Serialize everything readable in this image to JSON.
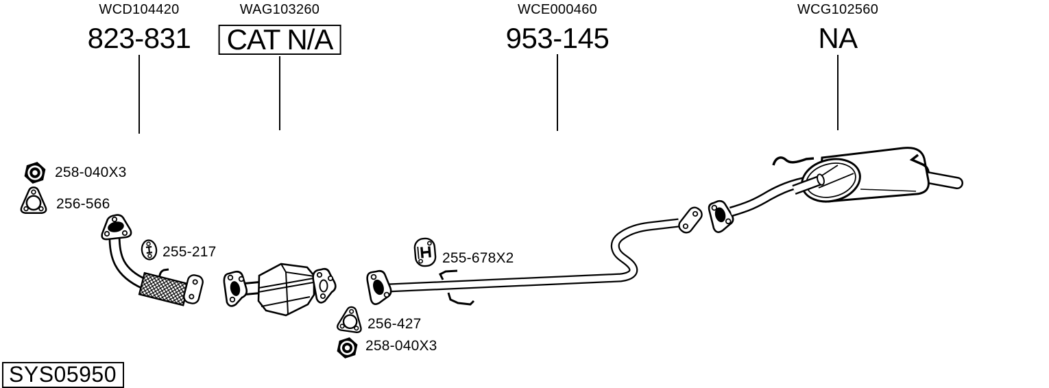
{
  "page": {
    "background": "#ffffff",
    "line_color": "#000000"
  },
  "columns": [
    {
      "ref": "WCD104420",
      "part": "823-831"
    },
    {
      "ref": "WAG103260",
      "part": "CAT N/A"
    },
    {
      "ref": "WCE000460",
      "part": "953-145"
    },
    {
      "ref": "WCG102560",
      "part": "NA"
    }
  ],
  "callouts": [
    {
      "icon": "hex-nut",
      "part": "258-040X3"
    },
    {
      "icon": "flange-gasket",
      "part": "256-566"
    },
    {
      "icon": "rubber-hanger-oval",
      "part": "255-217"
    },
    {
      "icon": "rubber-hanger-block",
      "part": "255-678X2"
    },
    {
      "icon": "flange-gasket",
      "part": "256-427"
    },
    {
      "icon": "hex-nut",
      "part": "258-040X3"
    }
  ],
  "system_id": "SYS05950"
}
